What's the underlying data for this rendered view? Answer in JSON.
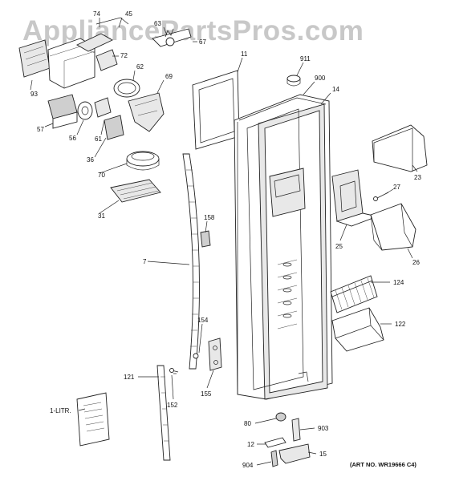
{
  "watermark": "AppliancePartsPros.com",
  "art_number": "(ART NO. WR19666 C4)",
  "parts": [
    {
      "name": "74",
      "label": "74"
    },
    {
      "name": "45",
      "label": "45"
    },
    {
      "name": "63",
      "label": "63"
    },
    {
      "name": "67",
      "label": "67"
    },
    {
      "name": "72",
      "label": "72"
    },
    {
      "name": "62",
      "label": "62"
    },
    {
      "name": "69",
      "label": "69"
    },
    {
      "name": "93",
      "label": "93"
    },
    {
      "name": "57",
      "label": "57"
    },
    {
      "name": "56",
      "label": "56"
    },
    {
      "name": "61",
      "label": "61"
    },
    {
      "name": "36",
      "label": "36"
    },
    {
      "name": "70",
      "label": "70"
    },
    {
      "name": "31",
      "label": "31"
    },
    {
      "name": "11",
      "label": "11"
    },
    {
      "name": "911",
      "label": "911"
    },
    {
      "name": "900",
      "label": "900"
    },
    {
      "name": "14",
      "label": "14"
    },
    {
      "name": "23",
      "label": "23"
    },
    {
      "name": "27",
      "label": "27"
    },
    {
      "name": "25",
      "label": "25"
    },
    {
      "name": "26",
      "label": "26"
    },
    {
      "name": "158",
      "label": "158"
    },
    {
      "name": "7",
      "label": "7"
    },
    {
      "name": "124",
      "label": "124"
    },
    {
      "name": "122",
      "label": "122"
    },
    {
      "name": "154",
      "label": "154"
    },
    {
      "name": "121",
      "label": "121"
    },
    {
      "name": "152",
      "label": "152"
    },
    {
      "name": "155",
      "label": "155"
    },
    {
      "name": "1-litr",
      "label": "1-LITR."
    },
    {
      "name": "80",
      "label": "80"
    },
    {
      "name": "903",
      "label": "903"
    },
    {
      "name": "12",
      "label": "12"
    },
    {
      "name": "15",
      "label": "15"
    },
    {
      "name": "904",
      "label": "904"
    }
  ]
}
